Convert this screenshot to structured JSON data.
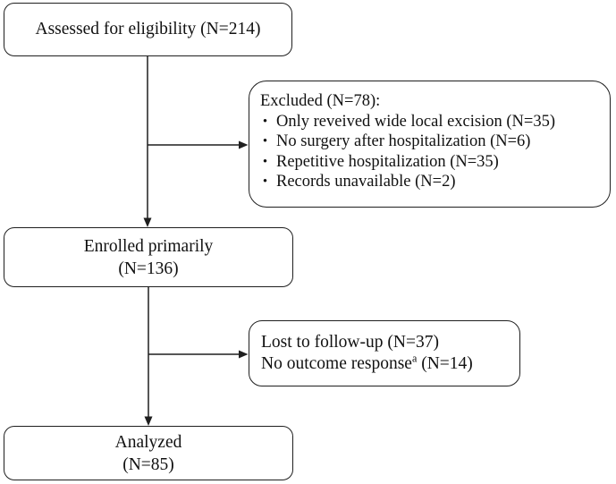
{
  "figure": {
    "background": "#ffffff",
    "line_color": "#1f1f1f",
    "text_color": "#111111"
  },
  "boxes": {
    "assessed": {
      "label": "Assessed for eligibility  (N=214)"
    },
    "excluded": {
      "title": "Excluded (N=78):",
      "bullet": "•",
      "items": [
        "Only reveived wide local excision (N=35)",
        "No surgery after hospitalization (N=6)",
        "Repetitive hospitalization (N=35)",
        "Records unavailable (N=2)"
      ]
    },
    "enrolled": {
      "line1": "Enrolled primarily",
      "line2": "(N=136)"
    },
    "lost": {
      "line1": "Lost to follow-up (N=37)",
      "line2_pre": "No outcome response",
      "line2_sup": "a",
      "line2_post": " (N=14)"
    },
    "analyzed": {
      "line1": "Analyzed",
      "line2": "(N=85)"
    }
  }
}
